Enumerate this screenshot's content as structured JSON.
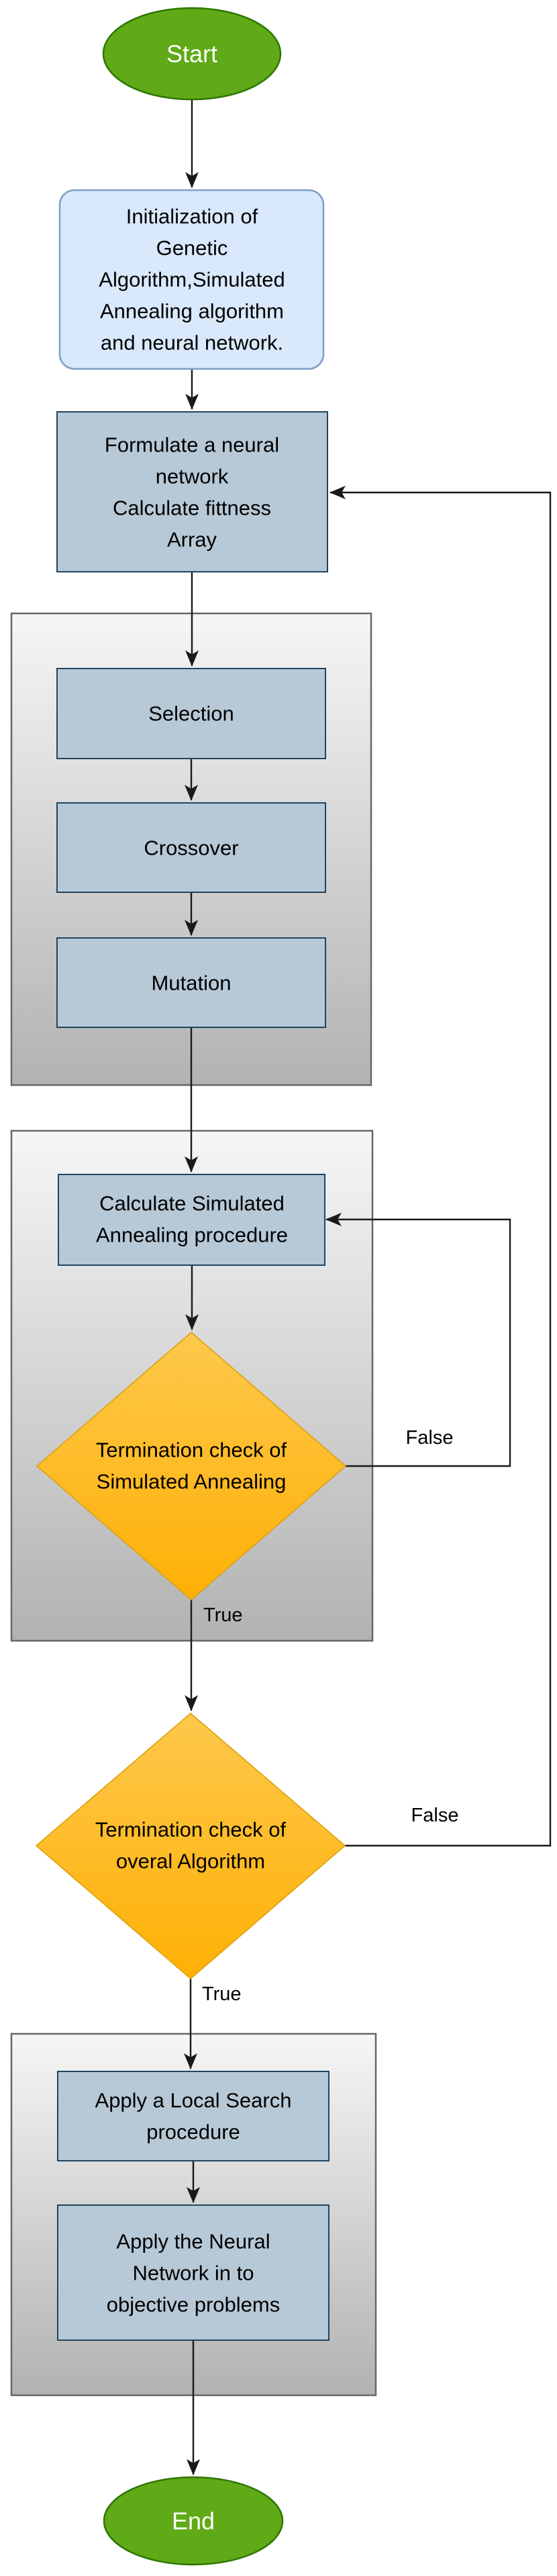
{
  "diagram": {
    "type": "flowchart",
    "nodes": {
      "start": {
        "label": "Start",
        "shape": "terminator"
      },
      "init": {
        "shape": "rounded-rect",
        "lines": [
          "Initialization of",
          "Genetic",
          "Algorithm,Simulated",
          "Annealing algorithm",
          "and neural network."
        ]
      },
      "formulate": {
        "shape": "process",
        "lines": [
          "Formulate a neural",
          "network",
          "Calculate fittness",
          "Array"
        ]
      },
      "selection": {
        "label": "Selection",
        "shape": "process"
      },
      "crossover": {
        "label": "Crossover",
        "shape": "process"
      },
      "mutation": {
        "label": "Mutation",
        "shape": "process"
      },
      "calc_sa": {
        "shape": "process",
        "lines": [
          "Calculate Simulated",
          "Annealing procedure"
        ]
      },
      "sa_check": {
        "shape": "decision",
        "lines": [
          "Termination check of",
          "Simulated Annealing"
        ]
      },
      "overall_check": {
        "shape": "decision",
        "lines": [
          "Termination check of",
          "overal Algorithm"
        ]
      },
      "local_search": {
        "shape": "process",
        "lines": [
          "Apply a Local Search",
          "procedure"
        ]
      },
      "apply_nn": {
        "shape": "process",
        "lines": [
          "Apply the Neural",
          "Network in to",
          "objective problems"
        ]
      },
      "end": {
        "label": "End",
        "shape": "terminator"
      }
    },
    "edge_labels": {
      "sa_false": "False",
      "sa_true": "True",
      "overall_false": "False",
      "overall_true": "True"
    },
    "colors": {
      "terminator_fill": "#60a917",
      "terminator_stroke": "#2d7600",
      "terminator_text": "#ffffff",
      "init_fill": "#dae8fc",
      "init_stroke": "#7e9dc7",
      "process_fill": "#b7c9d7",
      "process_stroke": "#20455e",
      "container_top": "#f6f6f6",
      "container_bottom": "#b2b2b2",
      "container_stroke": "#666666",
      "decision_top": "#fdc84c",
      "decision_bottom": "#ffb005",
      "decision_stroke": "#dba10c",
      "edge_color": "#191919",
      "text_color": "#000000"
    }
  }
}
